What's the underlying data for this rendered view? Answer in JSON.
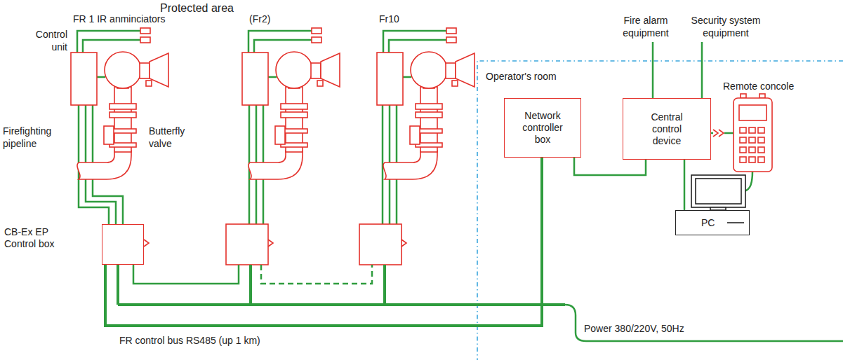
{
  "diagram": {
    "nodes": [
      {
        "text": [
          "CB-Ex EP Control box"
        ]
      },
      {
        "text": [
          "Network controller box"
        ]
      },
      {
        "text": [
          "Central control device"
        ]
      },
      {
        "text": [
          "PC"
        ]
      }
    ],
    "edges": [
      {
        "from": 0,
        "to": 1,
        "arrow": "none"
      },
      {
        "from": 1,
        "to": 2,
        "arrow": "none"
      },
      {
        "from": 2,
        "to": 3,
        "arrow": "none"
      }
    ],
    "labels": [
      "Protected area",
      "FR 1 IR anminciators",
      "(Fr2)",
      "Fr10",
      "Control unit",
      "Firefighting pipeline",
      "Butterfly valve",
      "Fire alarm equipment",
      "Security system equipment",
      "Operator's room",
      "Remote concole",
      "FR control bus RS485 (up 1 km)",
      "Power 380/220V, 50Hz"
    ]
  }
}
